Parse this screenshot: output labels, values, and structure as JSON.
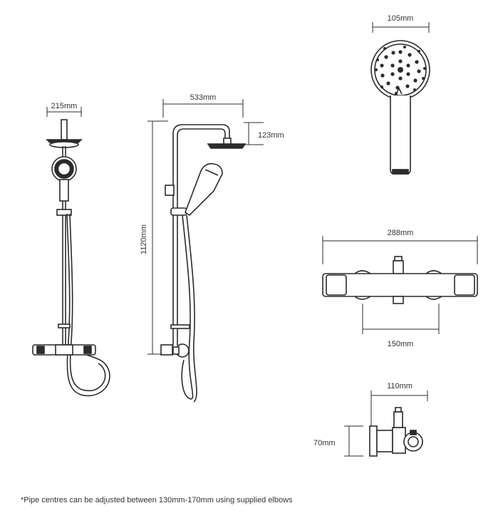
{
  "colors": {
    "line": "#2b2b2b",
    "text": "#333333",
    "background": "#ffffff"
  },
  "dimensions": {
    "front_width": "215mm",
    "side_width": "533mm",
    "head_drop": "123mm",
    "total_height": "1120mm",
    "handset_width": "105mm",
    "valve_width": "288mm",
    "valve_centres": "150mm",
    "valve_depth_top": "110mm",
    "valve_depth_side": "70mm"
  },
  "footnote": "*Pipe centres can be adjusted between 130mm-170mm using supplied elbows"
}
